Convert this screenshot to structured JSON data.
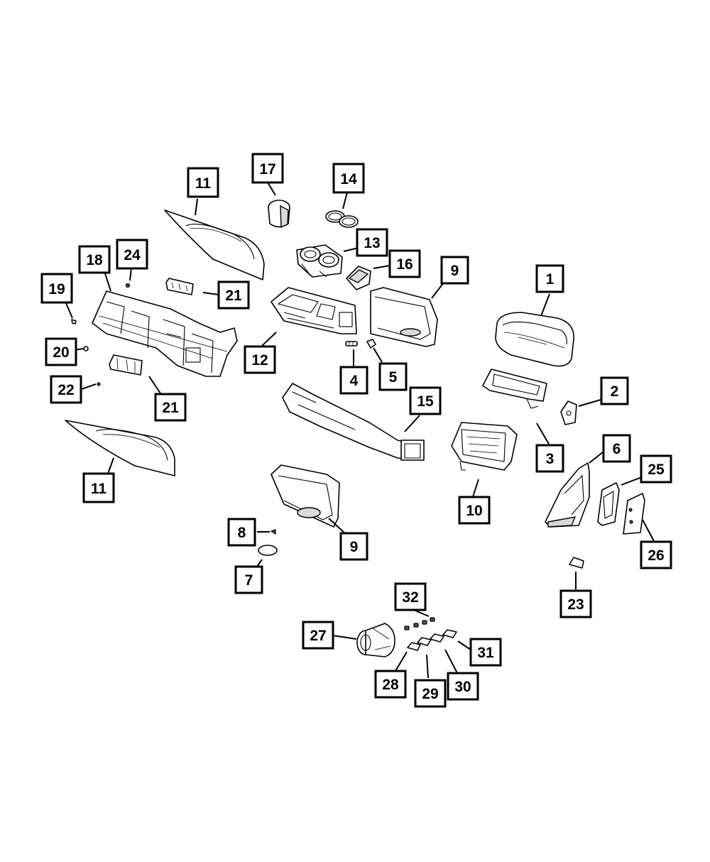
{
  "labels": {
    "l1": "1",
    "l2": "2",
    "l3": "3",
    "l4": "4",
    "l5": "5",
    "l6": "6",
    "l7": "7",
    "l8": "8",
    "l9a": "9",
    "l9b": "9",
    "l10": "10",
    "l11a": "11",
    "l11b": "11",
    "l12": "12",
    "l13": "13",
    "l14": "14",
    "l15": "15",
    "l16": "16",
    "l17": "17",
    "l18": "18",
    "l19": "19",
    "l20": "20",
    "l21a": "21",
    "l21b": "21",
    "l22": "22",
    "l23": "23",
    "l24": "24",
    "l25": "25",
    "l26": "26",
    "l27": "27",
    "l28": "28",
    "l29": "29",
    "l30": "30",
    "l31": "31",
    "l32": "32"
  }
}
